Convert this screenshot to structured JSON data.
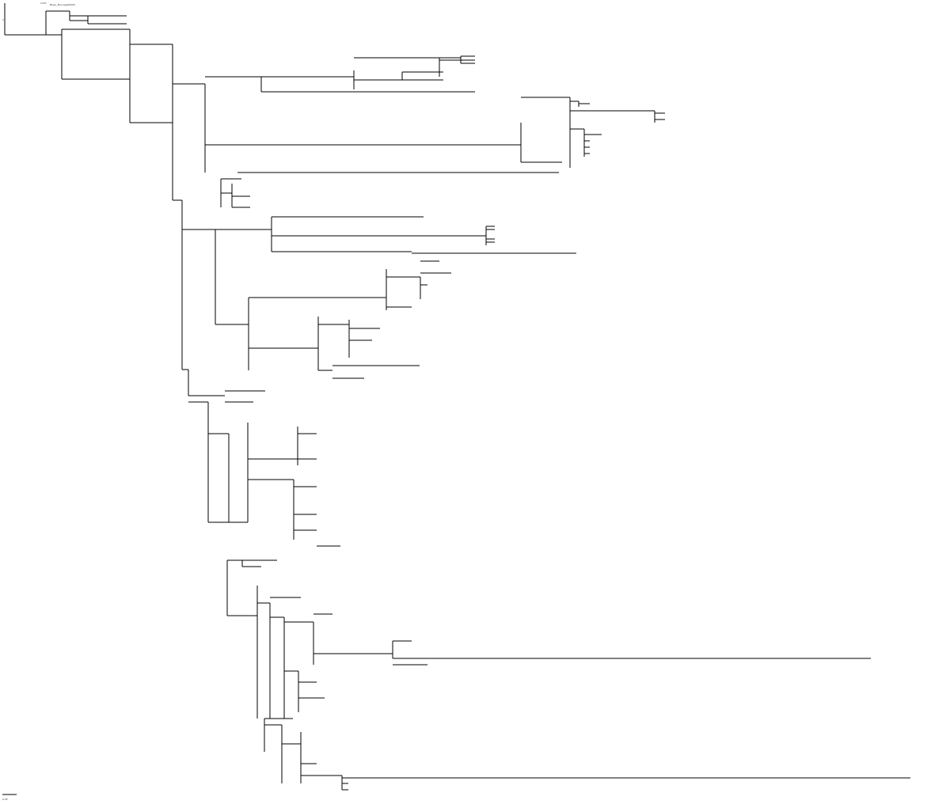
{
  "scale_bar": {
    "label": "0.05"
  },
  "first_leaf": {
    "label": "Blusu_Bruxusg00000",
    "support": "0.000"
  },
  "root_marker": {
    "label": "0"
  }
}
